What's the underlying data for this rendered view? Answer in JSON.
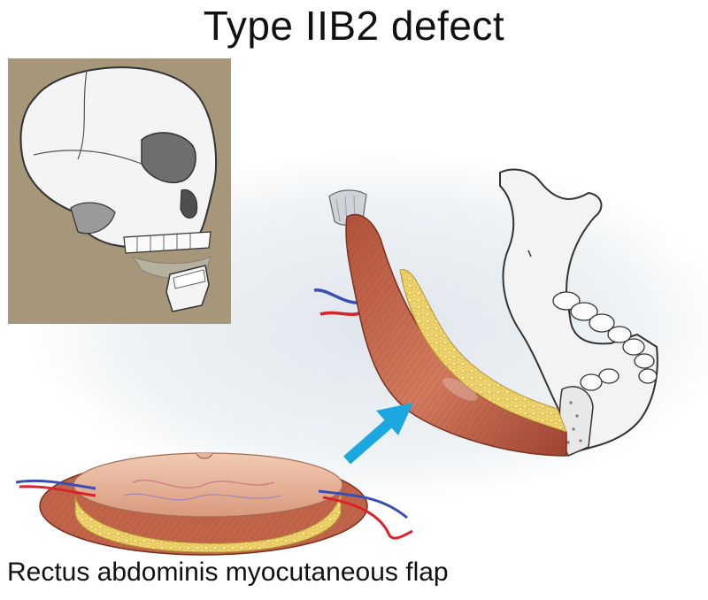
{
  "title": "Type IIB2 defect",
  "caption": "Rectus abdominis myocutaneous flap",
  "colors": {
    "inset_background": "#a6967a",
    "muscle": "#c0644a",
    "fat": "#f0d36a",
    "skin": "#e6b59a",
    "arrow": "#1ba8e0",
    "artery": "#d8232a",
    "vein": "#3a4fb5"
  },
  "figures": [
    {
      "name": "skull-inset",
      "depicts": "skull with mandible defect"
    },
    {
      "name": "mandible",
      "depicts": "resected mandible"
    },
    {
      "name": "muscle-flap",
      "depicts": "rectus muscle with fat"
    },
    {
      "name": "skin-paddle",
      "depicts": "skin and fat disc with vessels"
    }
  ]
}
